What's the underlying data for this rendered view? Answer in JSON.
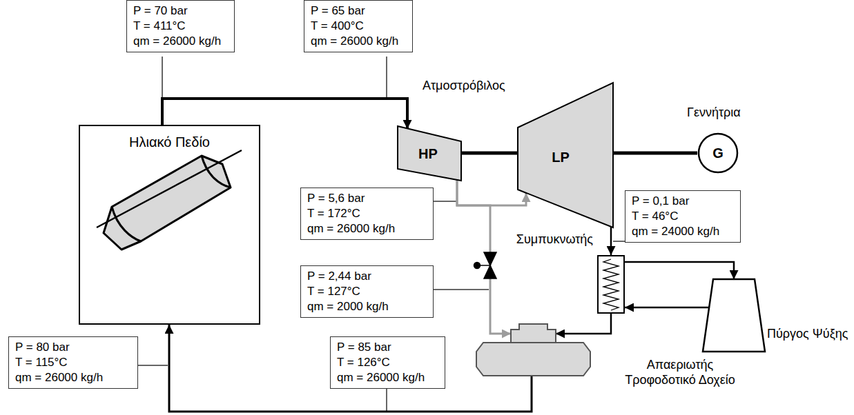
{
  "diagram": {
    "nodes": [
      {
        "text": [
          "P = 70 bar",
          "T = 411°C",
          "qm = 26000 kg/h"
        ]
      },
      {
        "text": [
          "P = 65 bar",
          "T = 400°C",
          "qm = 26000 kg/h"
        ]
      },
      {
        "text": [
          "Ηλιακό Πεδίο"
        ]
      },
      {
        "text": [
          "HP"
        ]
      },
      {
        "text": [
          "LP"
        ]
      },
      {
        "text": [
          "G"
        ]
      },
      {
        "text": [
          "P = 5,6 bar",
          "T = 172°C",
          "qm = 26000 kg/h"
        ]
      },
      {
        "text": [
          "P = 0,1 bar",
          "T = 46°C",
          "qm = 24000 kg/h"
        ]
      },
      {
        "text": [
          "Συμπυκνωτής"
        ]
      },
      {
        "text": [
          "P = 2,44 bar",
          "T = 127°C",
          "qm = 2000 kg/h"
        ]
      },
      {
        "text": [
          "Πύργος Ψύξης"
        ]
      },
      {
        "text": [
          "P = 80 bar",
          "T = 115°C",
          "qm = 26000 kg/h"
        ]
      },
      {
        "text": [
          "P = 85 bar",
          "T = 126°C",
          "qm = 26000 kg/h"
        ]
      },
      {
        "text": [
          "Απαεριωτής Τροφοδοτικό Δοχείο"
        ]
      }
    ],
    "edges": [
      {
        "from": 2,
        "to": 3,
        "arrow": "to"
      },
      {
        "from": 3,
        "to": 4,
        "arrow": "none"
      },
      {
        "from": 3,
        "to": 4,
        "arrow": "to"
      },
      {
        "from": 4,
        "to": 5,
        "arrow": "none"
      },
      {
        "from": 4,
        "to": 8,
        "arrow": "to"
      },
      {
        "from": 3,
        "to": 13,
        "arrow": "to"
      },
      {
        "from": 8,
        "to": 10,
        "arrow": "to"
      },
      {
        "from": 10,
        "to": 8,
        "arrow": "to"
      },
      {
        "from": 8,
        "to": 13,
        "arrow": "to"
      },
      {
        "from": 13,
        "to": 2,
        "arrow": "to"
      }
    ],
    "labels": [
      "Ατμοστρόβιλος",
      "Γεννήτρια"
    ]
  }
}
